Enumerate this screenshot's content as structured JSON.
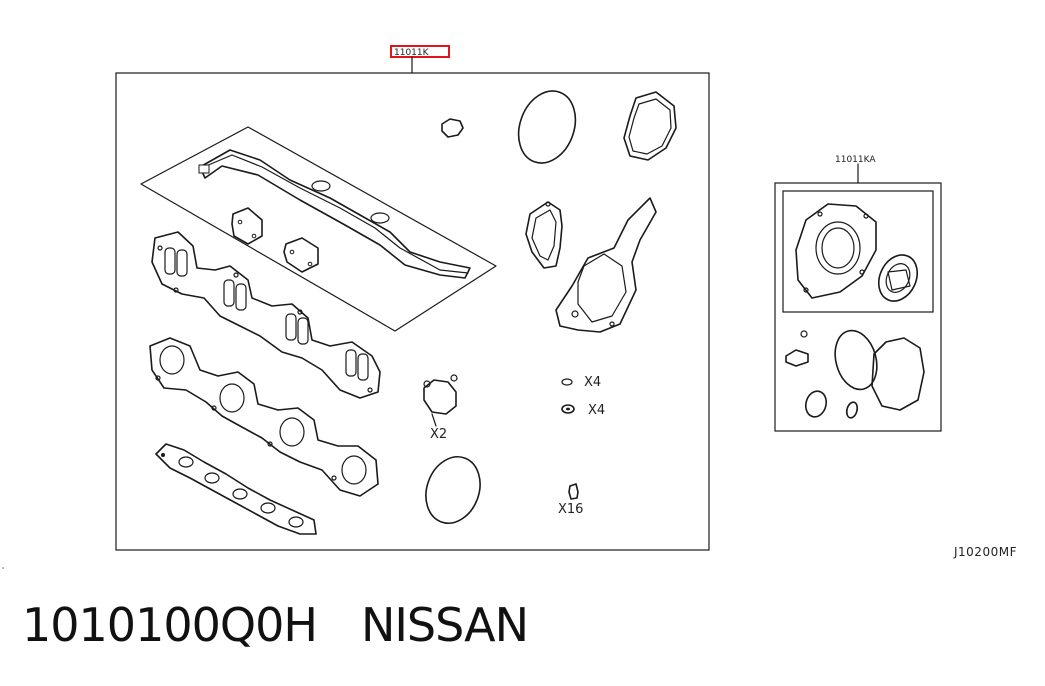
{
  "diagram": {
    "main_kit_label": "11011K",
    "sub_kit_label": "11011KA",
    "quantities": {
      "small_ring": "X4",
      "washer": "X4",
      "valve_seal": "X16",
      "bracket_seal": "X2"
    },
    "figure_code": "J10200MF",
    "highlight_color": "#e0151b"
  },
  "caption": {
    "part_number": "1010100Q0H",
    "brand": "NISSAN"
  }
}
